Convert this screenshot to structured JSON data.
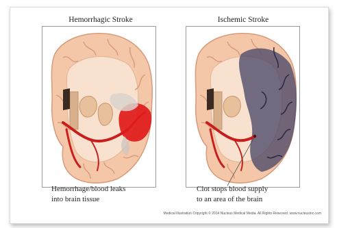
{
  "panels": [
    {
      "title": "Hemorrhagic Stroke",
      "caption_line1": "Hemorrhage/blood leaks",
      "caption_line2": "into brain tissue"
    },
    {
      "title": "Ischemic Stroke",
      "caption_line1": "Clot stops blood supply",
      "caption_line2": "to an area of the brain"
    }
  ],
  "copyright": "Medical Illustration Copyright © 2014 Nucleus Medical Media. All Rights Reserved. www.nucleusinc.com",
  "colors": {
    "brain_tissue": "#f3c7a8",
    "gyri_outline": "#d89a7a",
    "white_matter": "#f8e2cf",
    "vessel": "#c81e1e",
    "hemorrhage": "#e01a1a",
    "ischemia": "#4c4868",
    "ventricle": "#d9b08c"
  }
}
